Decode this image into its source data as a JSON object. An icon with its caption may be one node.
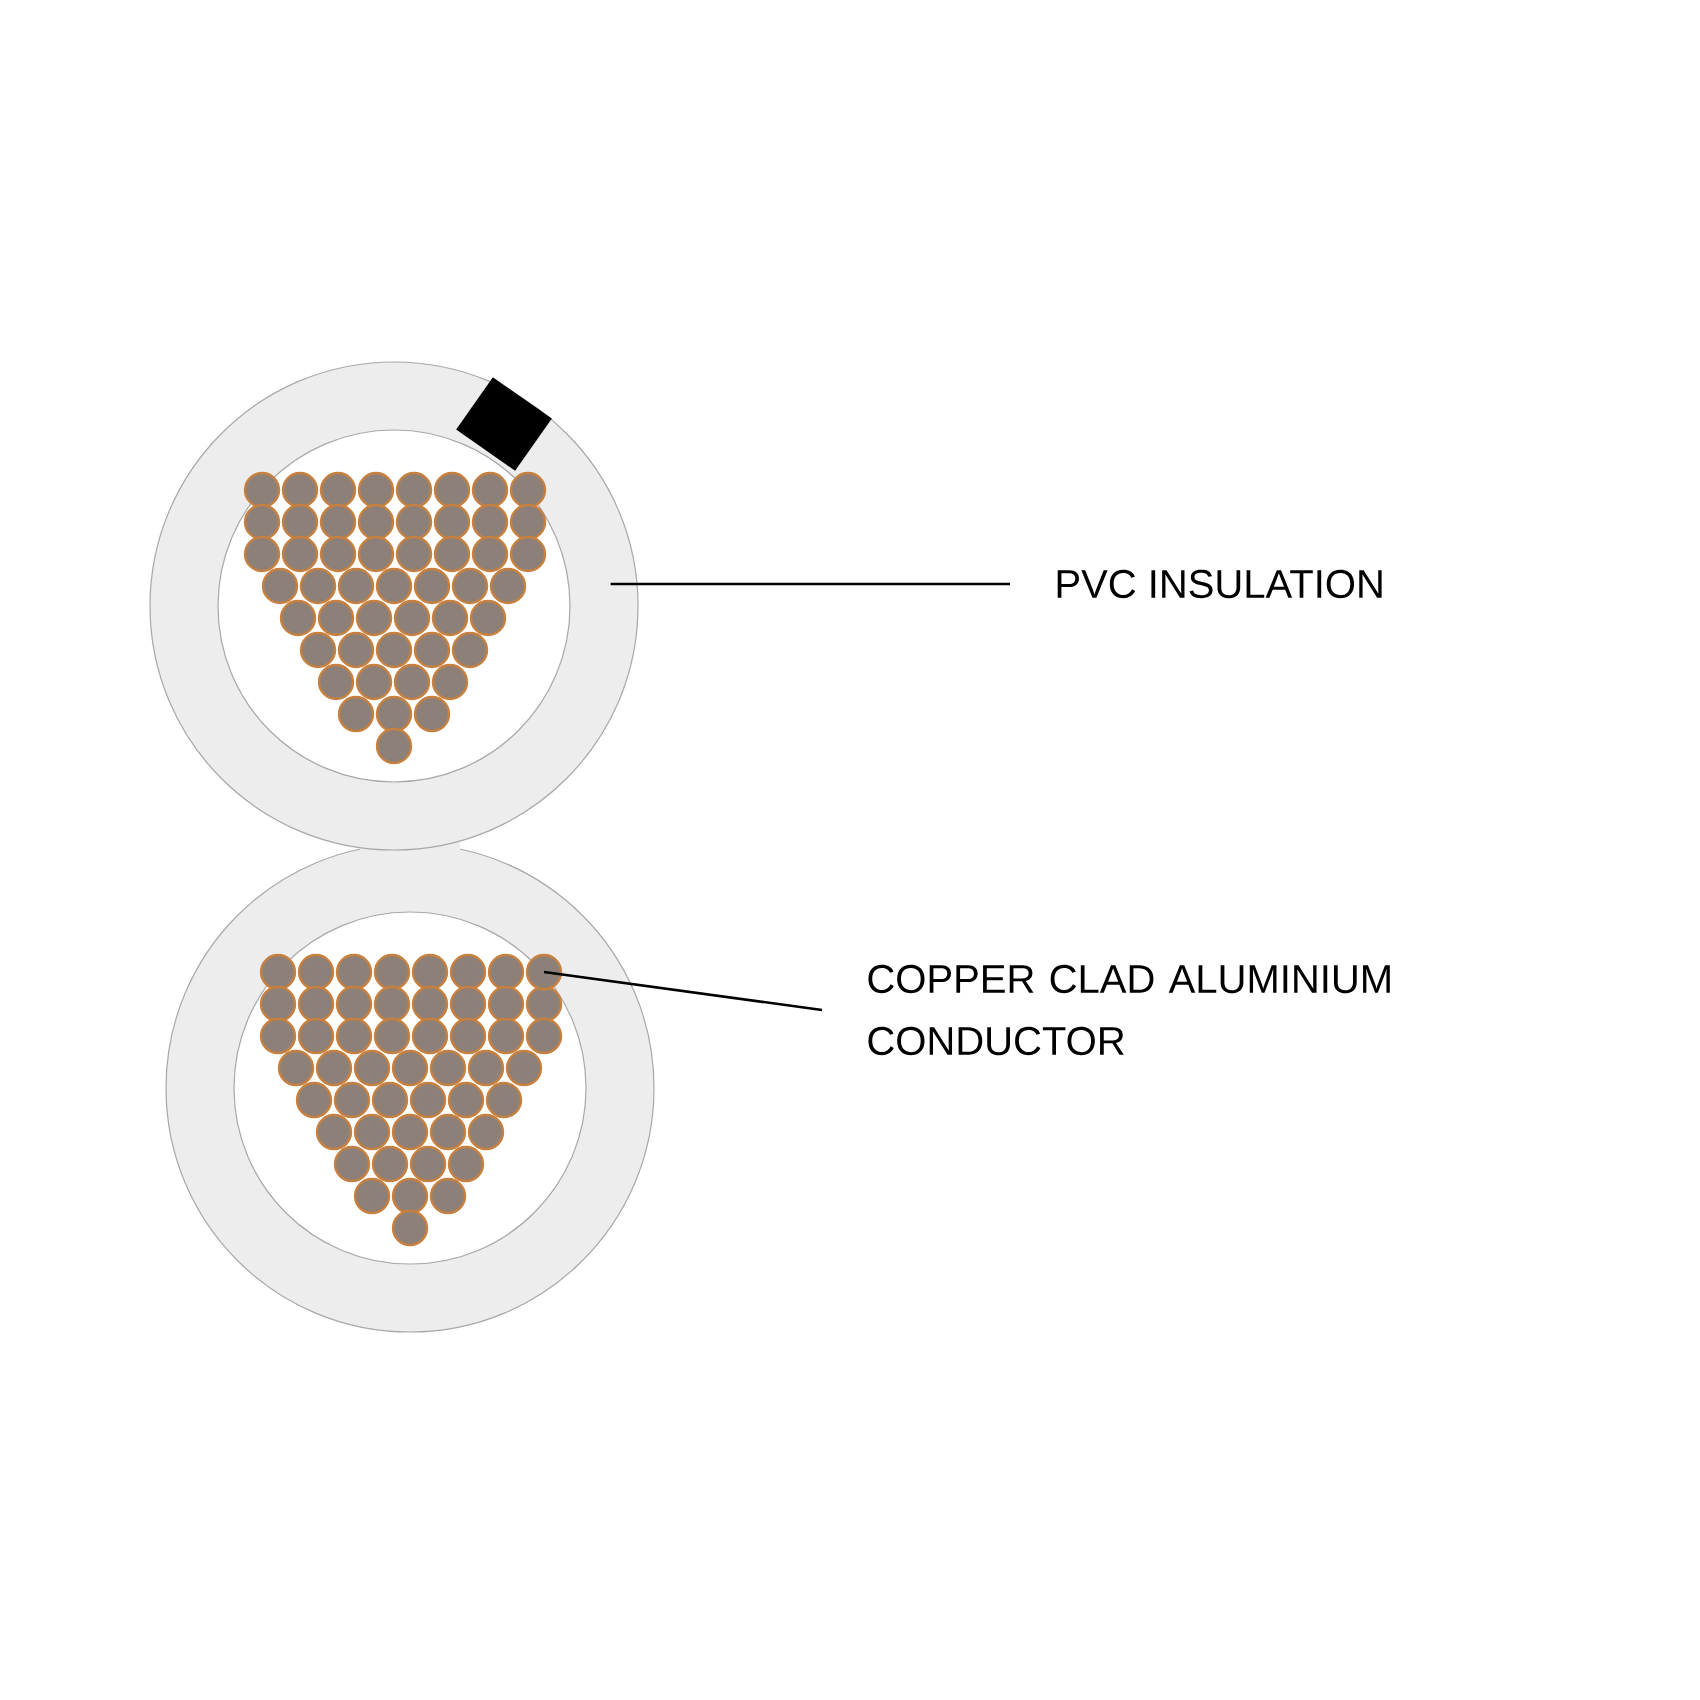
{
  "diagram": {
    "nodes": [
      {
        "text": [
          "PVC INSULATION"
        ]
      },
      {
        "text": [],
        "shape": "circle"
      },
      {
        "text": [
          "COPPER CLAD ALUMINIUM CONDUCTOR"
        ]
      },
      {
        "text": [],
        "shape": "circle"
      }
    ],
    "edges": [
      {
        "from": 0,
        "to": 1,
        "arrow": "none"
      },
      {
        "from": 2,
        "to": 3,
        "arrow": "none"
      }
    ]
  }
}
